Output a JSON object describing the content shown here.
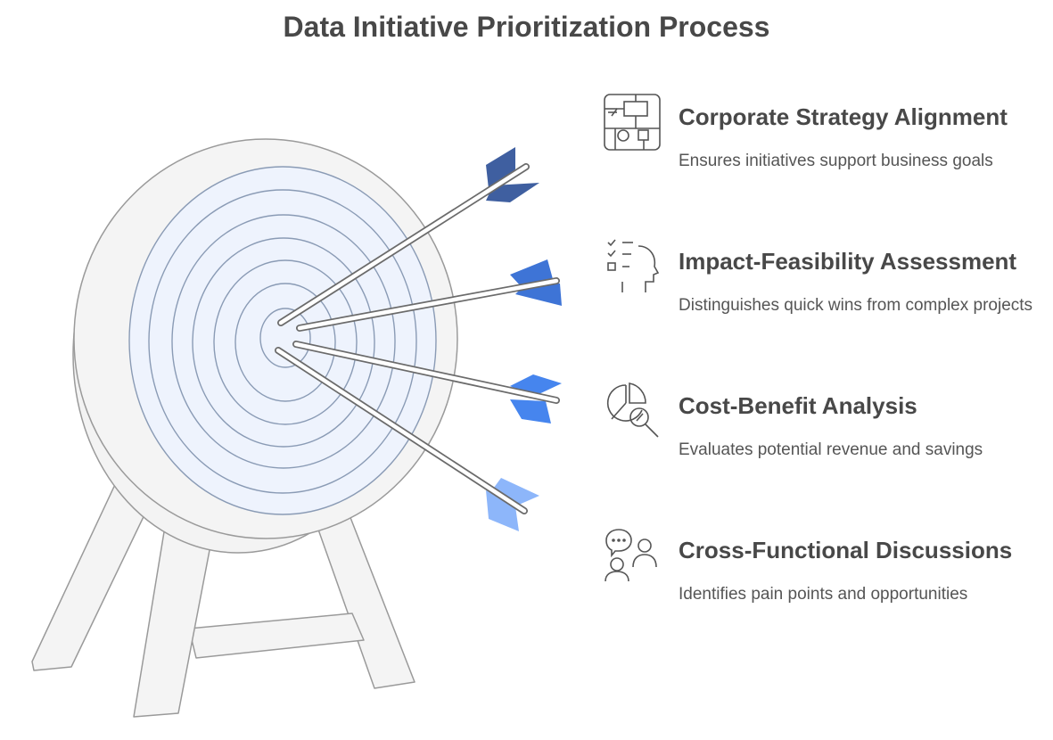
{
  "title": "Data Initiative Prioritization Process",
  "colors": {
    "arrow_1": "#3f5fa0",
    "arrow_2": "#3e74d6",
    "arrow_3": "#4685ee",
    "arrow_4": "#8db6fa",
    "ring_fill": "#eef3fd",
    "ring_stroke": "#8a9bb5",
    "wood": "#f4f4f4",
    "text_dark": "#484848"
  },
  "items": [
    {
      "heading": "Corporate Strategy Alignment",
      "description": "Ensures initiatives support business goals",
      "icon": "flowchart-icon"
    },
    {
      "heading": "Impact-Feasibility Assessment",
      "description": "Distinguishes quick wins from complex projects",
      "icon": "head-checklist-icon"
    },
    {
      "heading": "Cost-Benefit Analysis",
      "description": "Evaluates potential revenue and savings",
      "icon": "pie-chart-magnifier-icon"
    },
    {
      "heading": "Cross-Functional Discussions",
      "description": "Identifies pain points and opportunities",
      "icon": "people-chat-icon"
    }
  ]
}
